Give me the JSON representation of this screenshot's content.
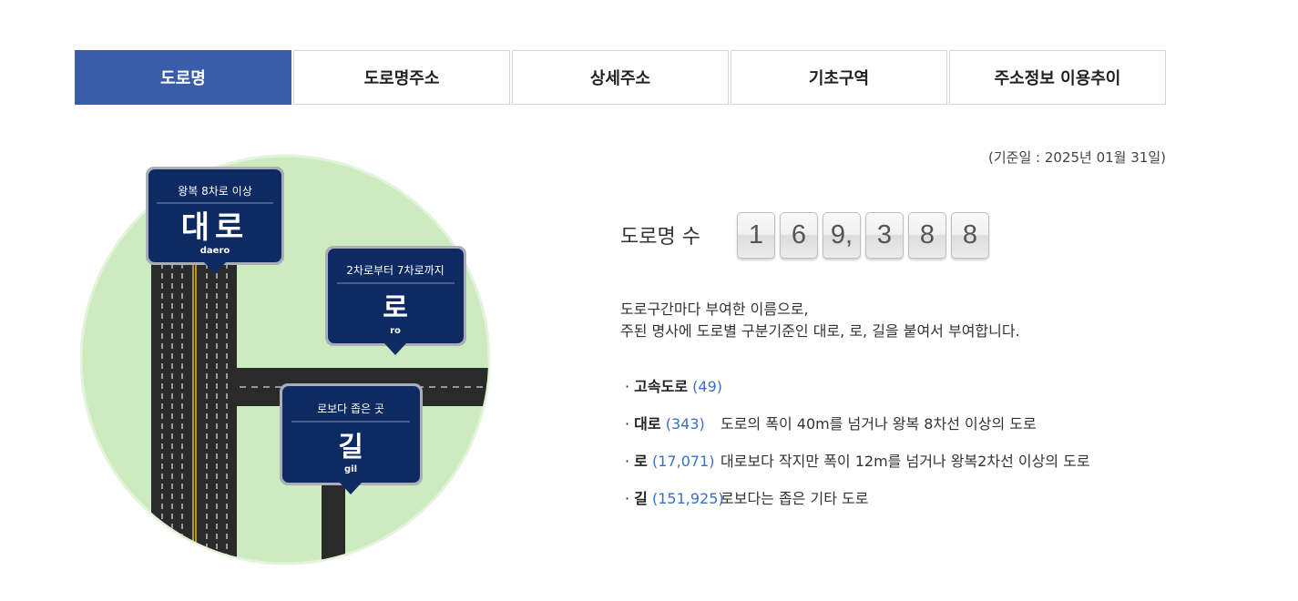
{
  "tabs": [
    {
      "label": "도로명",
      "active": true
    },
    {
      "label": "도로명주소",
      "active": false
    },
    {
      "label": "상세주소",
      "active": false
    },
    {
      "label": "기초구역",
      "active": false
    },
    {
      "label": "주소정보 이용추이",
      "active": false
    }
  ],
  "illustration": {
    "signs": {
      "daero": {
        "caption": "왕복 8차로 이상",
        "title": "대로",
        "roman": "daero"
      },
      "ro": {
        "caption": "2차로부터 7차로까지",
        "title": "로",
        "roman": "ro"
      },
      "gil": {
        "caption": "로보다 좁은 곳",
        "title": "길",
        "roman": "gil"
      }
    },
    "colors": {
      "circle": "#ccecbf",
      "sign": "#0e2a63",
      "road": "#2a2a2a",
      "centerline": "#e8b712"
    }
  },
  "stats": {
    "base_date": "(기준일 : 2025년 01월 31일)",
    "count_label": "도로명 수",
    "digits": [
      "1",
      "6",
      "9,",
      "3",
      "8",
      "8"
    ]
  },
  "description": {
    "line1": "도로구간마다 부여한 이름으로,",
    "line2": "주된 명사에 도로별 구분기준인 대로, 로, 길을 붙여서 부여합니다."
  },
  "road_types": [
    {
      "name": "고속도로",
      "count": "(49)",
      "desc": ""
    },
    {
      "name": "대로",
      "count": "(343)",
      "desc": "도로의 폭이 40m를 넘거나 왕복 8차선 이상의 도로"
    },
    {
      "name": "로",
      "count": "(17,071)",
      "desc": "대로보다 작지만 폭이 12m를 넘거나 왕복2차선 이상의 도로"
    },
    {
      "name": "길",
      "count": "(151,925)",
      "desc": "로보다는 좁은 기타 도로"
    }
  ],
  "colors": {
    "tab_active": "#3b5ca8",
    "count_accent": "#3b6fc7"
  }
}
